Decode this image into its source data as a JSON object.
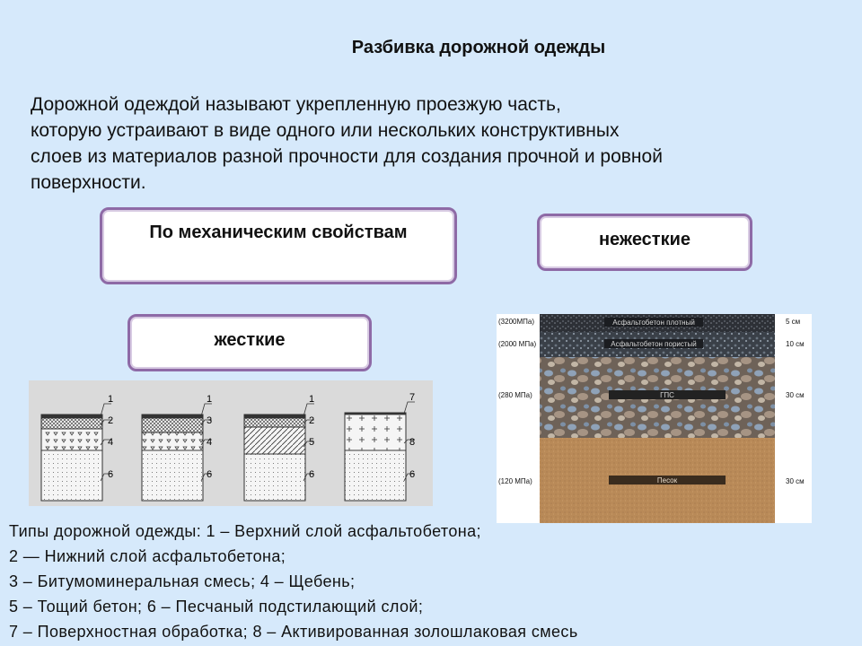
{
  "title": "Разбивка дорожной одежды",
  "intro": [
    "Дорожной одеждой называют укрепленную проезжую часть,",
    "которую устраивают в виде одного или нескольких конструктивных",
    "слоев из материалов разной прочности для создания прочной и ровной",
    "поверхности."
  ],
  "boxes": {
    "mechanical": "По механическим свойствам",
    "soft": "нежесткие",
    "rigid": "жесткие"
  },
  "diagram": {
    "cross_sections": [
      {
        "labels": [
          "1",
          "2",
          "4",
          "6"
        ]
      },
      {
        "labels": [
          "1",
          "3",
          "4",
          "6"
        ]
      },
      {
        "labels": [
          "1",
          "2",
          "5",
          "6"
        ]
      },
      {
        "labels": [
          "7",
          "8",
          "6"
        ]
      }
    ]
  },
  "photo": {
    "left_labels": [
      "(3200МПа)",
      "(2000 МПа)",
      "(280 МПа)",
      "(120 МПа)"
    ],
    "right_labels": [
      "5 см",
      "10 см",
      "30 см",
      "30 см"
    ],
    "layer_labels": [
      "Асфальтобетон плотный",
      "Асфальтобетон пористый",
      "ГПС",
      "Песок"
    ]
  },
  "legend": [
    "Типы дорожной одежды: 1 – Верхний слой асфальтобетона;",
    "2 — Нижний слой асфальтобетона;",
    "3 – Битумоминеральная смесь; 4 – Щебень;",
    "5 – Тощий бетон; 6 – Песчаный подстилающий слой;",
    "7 – Поверхностная обработка; 8 – Активированная золошлаковая смесь"
  ],
  "colors": {
    "background": "#d6e9fb",
    "box_border": "#8e6aa6",
    "diagram_bg": "#dadada",
    "sand": "#b98a58"
  }
}
